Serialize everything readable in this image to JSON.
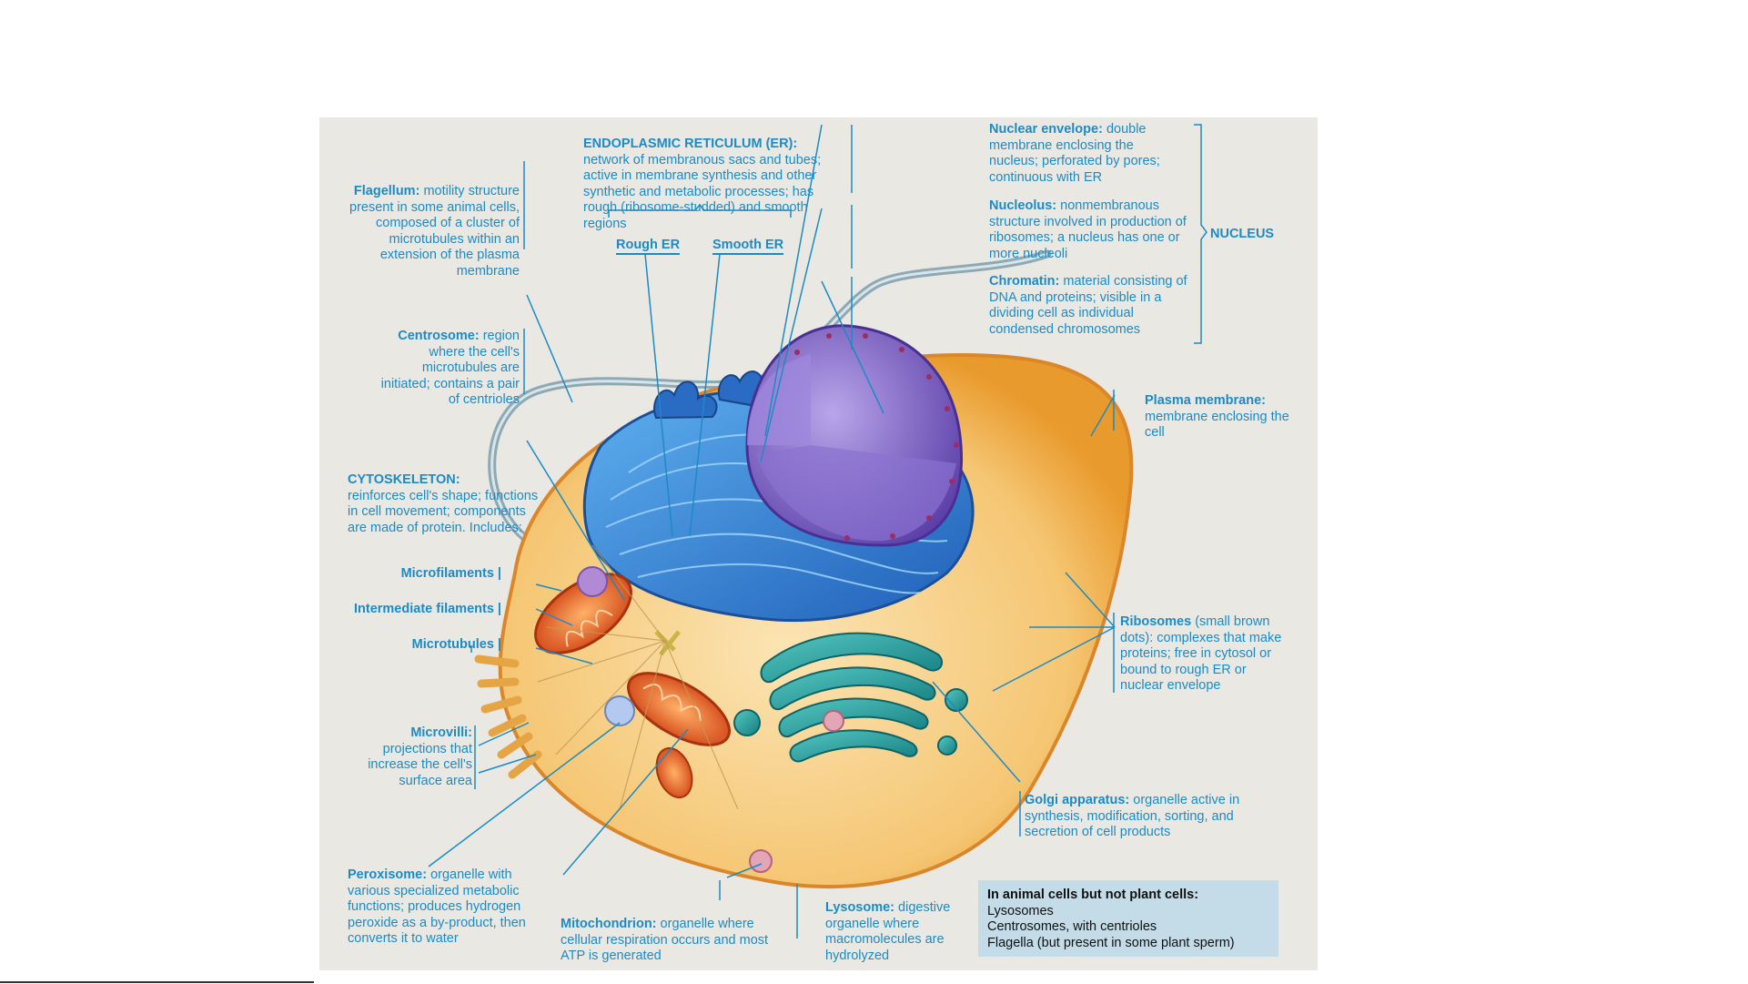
{
  "colors": {
    "label_blue": "#1c8bc4",
    "background": "#e9e8e3",
    "box": "#c3dce8",
    "membrane": "#f2b043",
    "nucleus": "#7a5fc2",
    "er": "#2f7fd6",
    "golgi": "#2aa5a0",
    "mitochondrion": "#e0561f"
  },
  "labels": {
    "er": {
      "title": "ENDOPLASMIC RETICULUM (ER):",
      "text": "network of membranous sacs and tubes; active in membrane synthesis and other synthetic and metabolic processes; has rough (ribosome-studded) and smooth regions"
    },
    "rough_er": "Rough ER",
    "smooth_er": "Smooth ER",
    "flagellum": {
      "title": "Flagellum:",
      "text": "motility structure present in some animal cells, composed of a cluster of microtubules within an extension of the plasma membrane"
    },
    "centrosome": {
      "title": "Centrosome:",
      "text": "region where the cell's microtubules are initiated; contains a pair of centrioles"
    },
    "cytoskeleton": {
      "title": "CYTOSKELETON:",
      "text": "reinforces cell's shape; functions in cell movement; components are made of protein. Includes:"
    },
    "microfilaments": "Microfilaments",
    "intermediate_filaments": "Intermediate filaments",
    "microtubules": "Microtubules",
    "microvilli": {
      "title": "Microvilli:",
      "text": "projections that increase the cell's surface area"
    },
    "peroxisome": {
      "title": "Peroxisome:",
      "text": "organelle with various specialized metabolic functions; produces hydrogen peroxide as a by-product, then converts it to water"
    },
    "mitochondrion": {
      "title": "Mitochondrion:",
      "text": "organelle where cellular respiration occurs and most ATP is generated"
    },
    "lysosome": {
      "title": "Lysosome:",
      "text": "digestive organelle where macromolecules are hydrolyzed"
    },
    "nuclear_envelope": {
      "title": "Nuclear envelope:",
      "text": "double membrane enclosing the nucleus; perforated by pores; continuous with ER"
    },
    "nucleolus": {
      "title": "Nucleolus:",
      "text": "nonmembranous structure involved in production of ribosomes; a nucleus has one or more nucleoli"
    },
    "chromatin": {
      "title": "Chromatin:",
      "text": "material consisting of DNA and proteins; visible in a dividing cell as individual condensed chromosomes"
    },
    "nucleus": "NUCLEUS",
    "plasma_membrane": {
      "title": "Plasma membrane:",
      "text": "membrane enclosing the cell"
    },
    "ribosomes": {
      "title": "Ribosomes",
      "text": "(small brown dots): complexes that make proteins; free in cytosol or bound to rough ER or nuclear envelope"
    },
    "golgi": {
      "title": "Golgi apparatus:",
      "text": "organelle active in synthesis, modification, sorting, and secretion of cell products"
    }
  },
  "animal_box": {
    "heading": "In animal cells but not plant cells:",
    "items": [
      "Lysosomes",
      "Centrosomes, with centrioles",
      "Flagella (but present in some plant sperm)"
    ]
  }
}
